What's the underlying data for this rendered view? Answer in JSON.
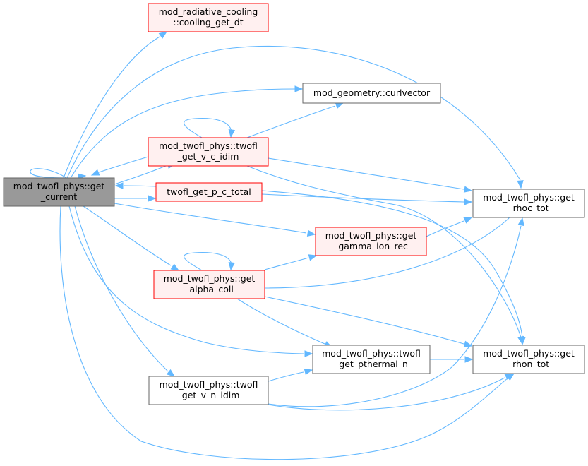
{
  "colors": {
    "edge": "#63b8ff",
    "focus_fill": "#999999",
    "focus_stroke": "#666666",
    "red_fill": "#fff0f0",
    "red_stroke": "#ff0000",
    "plain_fill": "#ffffff",
    "plain_stroke": "#666666"
  },
  "nodes": {
    "get_current": {
      "line1": "mod_twofl_phys::get",
      "line2": "_current",
      "style": "focus"
    },
    "cooling_get_dt": {
      "line1": "mod_radiative_cooling",
      "line2": "::cooling_get_dt",
      "style": "red"
    },
    "curlvector": {
      "line1": "mod_geometry::curlvector",
      "line2": "",
      "style": "plain"
    },
    "get_v_c_idim": {
      "line1": "mod_twofl_phys::twofl",
      "line2": "_get_v_c_idim",
      "style": "red"
    },
    "get_p_c_total": {
      "line1": "twofl_get_p_c_total",
      "line2": "",
      "style": "red"
    },
    "get_gamma_ion_rec": {
      "line1": "mod_twofl_phys::get",
      "line2": "_gamma_ion_rec",
      "style": "red"
    },
    "get_alpha_coll": {
      "line1": "mod_twofl_phys::get",
      "line2": "_alpha_coll",
      "style": "red"
    },
    "get_pthermal_n": {
      "line1": "mod_twofl_phys::twofl",
      "line2": "_get_pthermal_n",
      "style": "plain"
    },
    "get_v_n_idim": {
      "line1": "mod_twofl_phys::twofl",
      "line2": "_get_v_n_idim",
      "style": "plain"
    },
    "get_rhoc_tot": {
      "line1": "mod_twofl_phys::get",
      "line2": "_rhoc_tot",
      "style": "plain"
    },
    "get_rhon_tot": {
      "line1": "mod_twofl_phys::get",
      "line2": "_rhon_tot",
      "style": "plain"
    }
  }
}
